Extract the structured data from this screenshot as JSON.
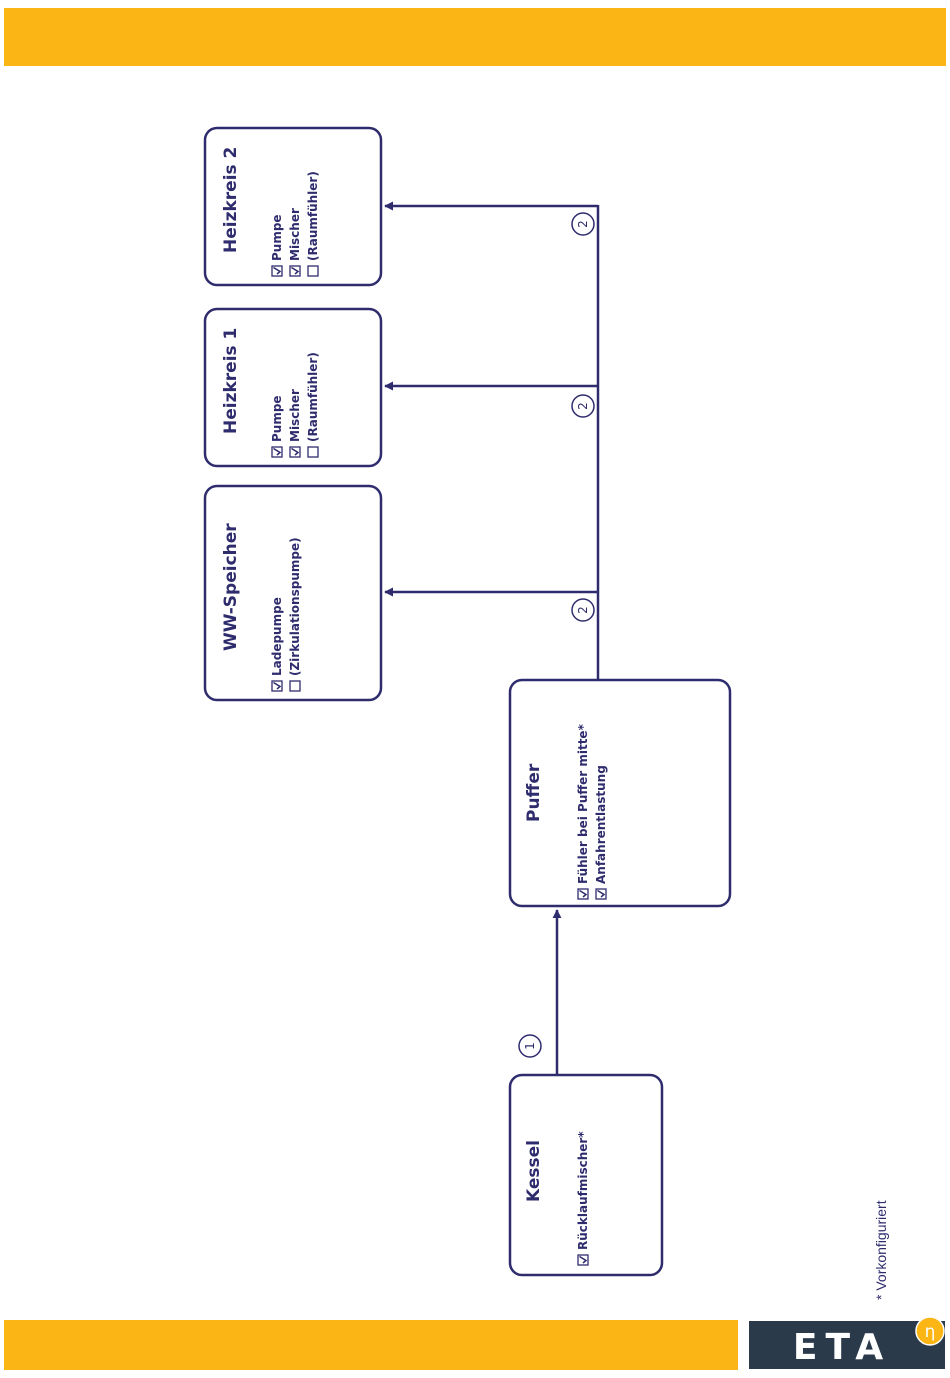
{
  "colors": {
    "accent": "#fbb515",
    "ink": "#2f2c6e",
    "logo_bg": "#2b3a4b"
  },
  "boxes": {
    "kessel": {
      "title": "Kessel",
      "options": [
        {
          "label": "Rücklaufmischer*",
          "checked": true
        }
      ]
    },
    "puffer": {
      "title": "Puffer",
      "options": [
        {
          "label": "Fühler bei Puffer mitte*",
          "checked": true
        },
        {
          "label": "Anfahrentlastung",
          "checked": true
        }
      ]
    },
    "ww_speicher": {
      "title": "WW-Speicher",
      "options": [
        {
          "label": "Ladepumpe",
          "checked": true
        },
        {
          "label": "(Zirkulationspumpe)",
          "checked": false
        }
      ]
    },
    "heizkreis1": {
      "title": "Heizkreis 1",
      "options": [
        {
          "label": "Pumpe",
          "checked": true
        },
        {
          "label": "Mischer",
          "checked": true
        },
        {
          "label": "(Raumfühler)",
          "checked": false
        }
      ]
    },
    "heizkreis2": {
      "title": "Heizkreis 2",
      "options": [
        {
          "label": "Pumpe",
          "checked": true
        },
        {
          "label": "Mischer",
          "checked": true
        },
        {
          "label": "(Raumfühler)",
          "checked": false
        }
      ]
    }
  },
  "connections": {
    "kessel_to_puffer": "1",
    "puffer_to_ww": "2",
    "puffer_to_hk1": "2",
    "puffer_to_hk2": "2"
  },
  "footnote": "* Vorkonfiguriert",
  "logo": {
    "text": "ETA",
    "symbol": "η"
  }
}
